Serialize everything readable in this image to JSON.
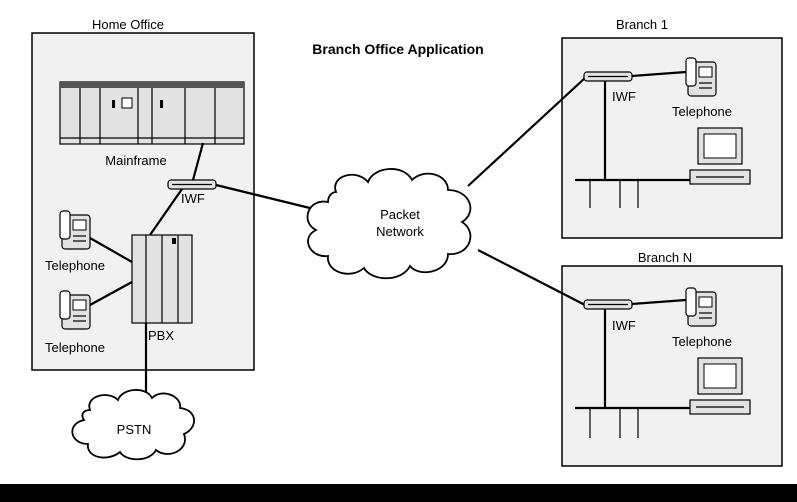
{
  "title": "Branch Office Application",
  "home_office": {
    "label": "Home Office",
    "mainframe": "Mainframe",
    "iwf": "IWF",
    "phone_top": "Telephone",
    "phone_bottom": "Telephone",
    "pbx": "PBX"
  },
  "pstn": "PSTN",
  "packet_network": {
    "line1": "Packet",
    "line2": "Network"
  },
  "branch_1": {
    "label": "Branch 1",
    "iwf": "IWF",
    "phone": "Telephone"
  },
  "branch_n": {
    "label": "Branch N",
    "iwf": "IWF",
    "phone": "Telephone"
  }
}
